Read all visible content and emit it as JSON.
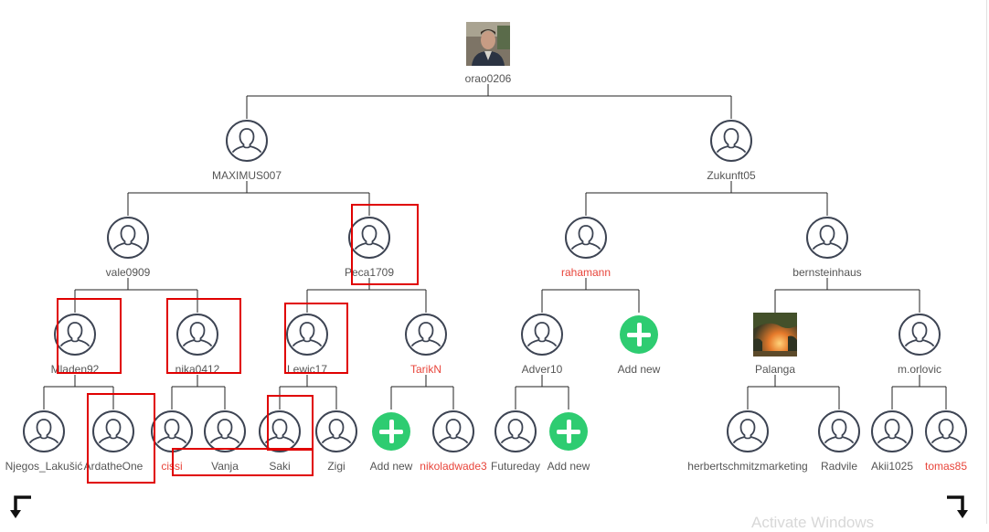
{
  "tree": {
    "nodes": [
      {
        "id": "orao0206",
        "label": "orao0206",
        "kind": "photo-person",
        "parent": null
      },
      {
        "id": "maximus007",
        "label": "MAXIMUS007",
        "kind": "avatar",
        "parent": "orao0206"
      },
      {
        "id": "zukunft05",
        "label": "Zukunft05",
        "kind": "avatar",
        "parent": "orao0206"
      },
      {
        "id": "vale0909",
        "label": "vale0909",
        "kind": "avatar",
        "parent": "maximus007"
      },
      {
        "id": "peca1709",
        "label": "Peca1709",
        "kind": "avatar",
        "parent": "maximus007"
      },
      {
        "id": "rahamann",
        "label": "rahamann",
        "kind": "avatar",
        "parent": "zukunft05",
        "red": true
      },
      {
        "id": "bernsteinhaus",
        "label": "bernsteinhaus",
        "kind": "avatar",
        "parent": "zukunft05"
      },
      {
        "id": "mladen92",
        "label": "Mladen92",
        "kind": "avatar",
        "parent": "vale0909"
      },
      {
        "id": "nika0412",
        "label": "nika0412",
        "kind": "avatar",
        "parent": "vale0909"
      },
      {
        "id": "lewic17",
        "label": "Lewic17",
        "kind": "avatar",
        "parent": "peca1709"
      },
      {
        "id": "tarikn",
        "label": "TarikN",
        "kind": "avatar",
        "parent": "peca1709",
        "red": true
      },
      {
        "id": "adver10",
        "label": "Adver10",
        "kind": "avatar",
        "parent": "rahamann"
      },
      {
        "id": "addnew1",
        "label": "Add new",
        "kind": "add",
        "parent": "rahamann"
      },
      {
        "id": "palanga",
        "label": "Palanga",
        "kind": "photo-sunset",
        "parent": "bernsteinhaus"
      },
      {
        "id": "morlovic",
        "label": "m.orlovic",
        "kind": "avatar",
        "parent": "bernsteinhaus"
      },
      {
        "id": "njegos",
        "label": "Njegos_Lakušić",
        "kind": "avatar",
        "parent": "mladen92"
      },
      {
        "id": "ardatheone",
        "label": "ArdatheOne",
        "kind": "avatar",
        "parent": "mladen92"
      },
      {
        "id": "cissi",
        "label": "cissi",
        "kind": "avatar",
        "parent": "nika0412",
        "red": true
      },
      {
        "id": "vanja",
        "label": "Vanja",
        "kind": "avatar",
        "parent": "nika0412"
      },
      {
        "id": "saki",
        "label": "Saki",
        "kind": "avatar",
        "parent": "lewic17"
      },
      {
        "id": "zigi",
        "label": "Zigi",
        "kind": "avatar",
        "parent": "lewic17"
      },
      {
        "id": "addnew2",
        "label": "Add new",
        "kind": "add",
        "parent": "tarikn"
      },
      {
        "id": "nikoladwade3",
        "label": "nikoladwade3",
        "kind": "avatar",
        "parent": "tarikn",
        "red": true
      },
      {
        "id": "futureday",
        "label": "Futureday",
        "kind": "avatar",
        "parent": "adver10"
      },
      {
        "id": "addnew3",
        "label": "Add new",
        "kind": "add",
        "parent": "adver10"
      },
      {
        "id": "herbert",
        "label": "herbertschmitzmarketing",
        "kind": "avatar",
        "parent": "palanga"
      },
      {
        "id": "radvile",
        "label": "Radvile",
        "kind": "avatar",
        "parent": "palanga"
      },
      {
        "id": "akii1025",
        "label": "Akii1025",
        "kind": "avatar",
        "parent": "morlovic"
      },
      {
        "id": "tomas85",
        "label": "tomas85",
        "kind": "avatar",
        "parent": "morlovic",
        "red": true
      }
    ]
  },
  "colors": {
    "node_outline": "#3d4453",
    "label": "#555555",
    "label_highlight": "#e8443a",
    "add_button": "#2ecc71",
    "annotation_box": "#e00000",
    "connector": "#222222"
  },
  "icons": {
    "avatar": "user-silhouette-icon",
    "add": "plus-icon",
    "nav_left": "arrow-turn-left-icon",
    "nav_right": "arrow-turn-right-icon"
  },
  "watermark": {
    "text": "Activate Windows"
  }
}
